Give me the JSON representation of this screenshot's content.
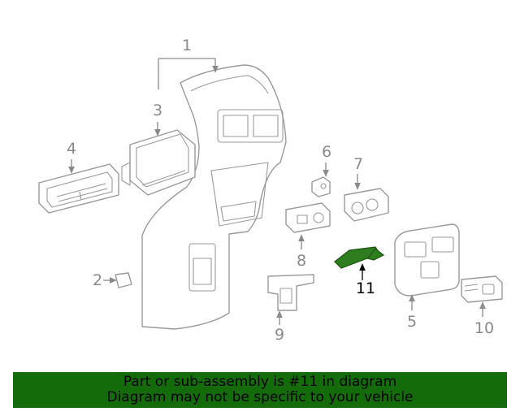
{
  "callouts": {
    "c1": "1",
    "c2": "2",
    "c3": "3",
    "c4": "4",
    "c5": "5",
    "c6": "6",
    "c7": "7",
    "c8": "8",
    "c9": "9",
    "c10": "10",
    "c11": "11"
  },
  "highlight_color": "#2e7d1f",
  "banner": {
    "line1": "Part or sub-assembly is #11 in diagram",
    "line2": "Diagram may not be specific to your vehicle",
    "background": "#146b0a"
  }
}
